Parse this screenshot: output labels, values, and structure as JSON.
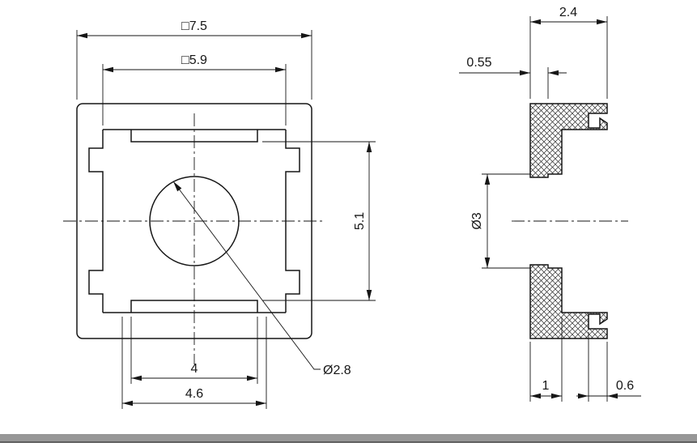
{
  "drawing": {
    "front": {
      "outer": "□7.5",
      "inner": "□5.9",
      "height": "5.1",
      "slot": "4",
      "slot_outer": "4.6",
      "hole": "Ø2.8"
    },
    "side": {
      "depth": "2.4",
      "face": "0.55",
      "bore": "Ø3",
      "step": "1",
      "notch": "0.6"
    },
    "colors": {
      "line": "#161616",
      "bar": "#979797",
      "bar_edge": "#5f5f5f"
    }
  }
}
